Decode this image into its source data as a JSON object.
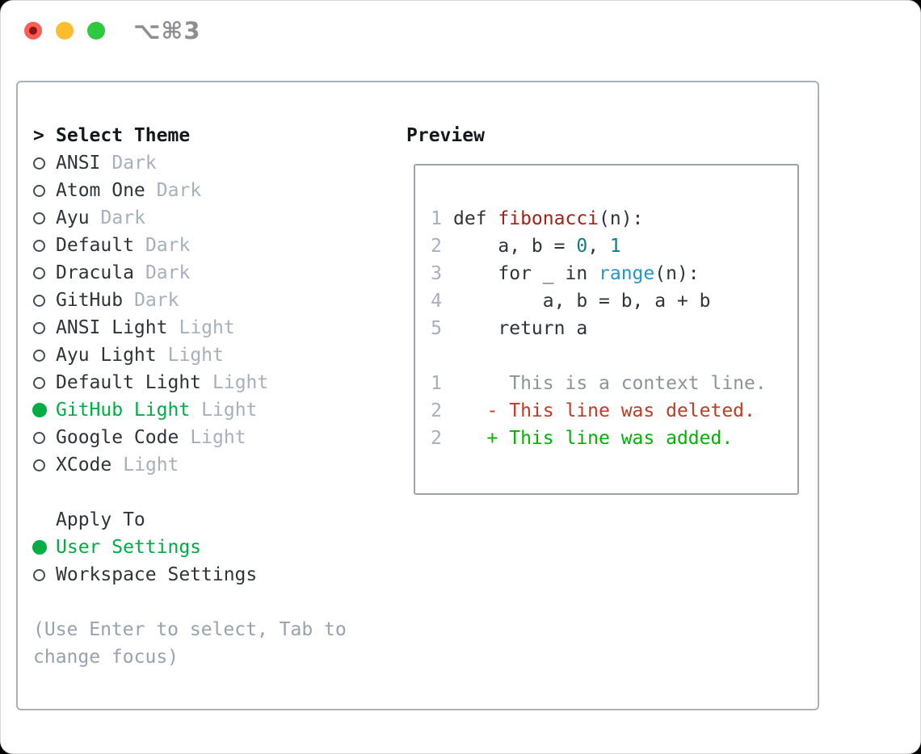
{
  "window": {
    "shortcut_label": "⌥⌘3"
  },
  "colors": {
    "accent_green": "#00ad44",
    "added_green": "#00b303",
    "deleted_red": "#c13a24",
    "function_red": "#a42019",
    "number_teal": "#0b7f86",
    "builtin_blue": "#2496c8",
    "badge_gray": "#a6b0bd",
    "hint_gray": "#98a2ae",
    "traffic_red": "#ff5d55",
    "traffic_yellow": "#fdbd2e",
    "traffic_green": "#2fc93f"
  },
  "theme_picker": {
    "caret": ">",
    "heading": "Select Theme",
    "items": [
      {
        "name": "ANSI",
        "badge": "Dark",
        "selected": false
      },
      {
        "name": "Atom One",
        "badge": "Dark",
        "selected": false
      },
      {
        "name": "Ayu",
        "badge": "Dark",
        "selected": false
      },
      {
        "name": "Default",
        "badge": "Dark",
        "selected": false
      },
      {
        "name": "Dracula",
        "badge": "Dark",
        "selected": false
      },
      {
        "name": "GitHub",
        "badge": "Dark",
        "selected": false
      },
      {
        "name": "ANSI Light",
        "badge": "Light",
        "selected": false
      },
      {
        "name": "Ayu Light",
        "badge": "Light",
        "selected": false
      },
      {
        "name": "Default Light",
        "badge": "Light",
        "selected": false
      },
      {
        "name": "GitHub Light",
        "badge": "Light",
        "selected": true
      },
      {
        "name": "Google Code",
        "badge": "Light",
        "selected": false
      },
      {
        "name": "XCode",
        "badge": "Light",
        "selected": false
      }
    ],
    "apply_to": {
      "heading": "Apply To",
      "options": [
        {
          "name": "User Settings",
          "selected": true
        },
        {
          "name": "Workspace Settings",
          "selected": false
        }
      ]
    },
    "hint": "(Use Enter to select, Tab to change focus)"
  },
  "preview": {
    "heading": "Preview",
    "code": {
      "line1": {
        "num": "1",
        "kw": "def ",
        "fn": "fibonacci",
        "rest": "(n):"
      },
      "line2": {
        "num": "2",
        "pre": "    a, b = ",
        "n1": "0",
        "mid": ", ",
        "n2": "1"
      },
      "line3": {
        "num": "3",
        "pre": "    for _ in ",
        "fn": "range",
        "rest": "(n):"
      },
      "line4": {
        "num": "4",
        "text": "        a, b = b, a + b"
      },
      "line5": {
        "num": "5",
        "text": "    return a"
      }
    },
    "diff": {
      "context": {
        "num": "1",
        "text": "     This is a context line."
      },
      "deleted": {
        "num": "2",
        "text": "   - This line was deleted."
      },
      "added": {
        "num": "2",
        "text": "   + This line was added."
      }
    }
  }
}
